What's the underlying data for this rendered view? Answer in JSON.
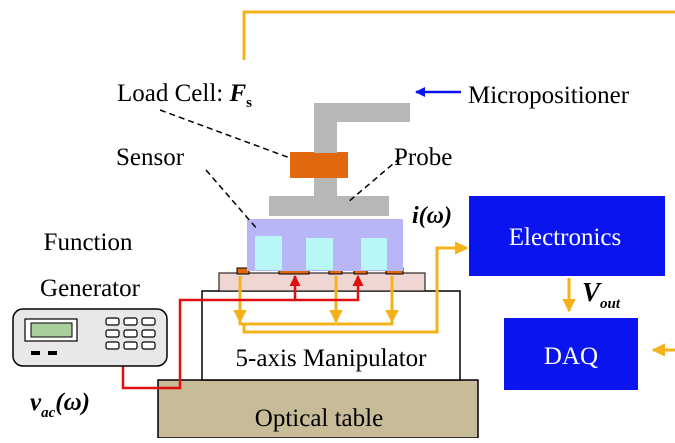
{
  "labels": {
    "load_cell_prefix": "Load Cell: ",
    "load_cell_symbol": "F",
    "load_cell_subscript": "s",
    "micropositioner": "Micropositioner",
    "sensor": "Sensor",
    "probe": "Probe",
    "current": "i(ω)",
    "electronics": "Electronics",
    "function_line1": "Function",
    "function_line2": "Generator",
    "vout_symbol": "V",
    "vout_subscript": "out",
    "daq": "DAQ",
    "manipulator": "5-axis Manipulator",
    "vac_symbol": "v",
    "vac_subscript": "ac",
    "vac_arg": "(ω)",
    "optical_table": "Optical table"
  },
  "colors": {
    "blue_box": "#0a14ee",
    "signal_yellow": "#f5b11a",
    "signal_red": "#e01010",
    "table_fill": "#c7bb98",
    "probe_gray": "#b7b7b7",
    "load_cell": "#e0680f",
    "sensor_glass": "#b9b6f7",
    "electrode_cyan": "#b9f6f7",
    "substrate": "#f0d6d3"
  }
}
